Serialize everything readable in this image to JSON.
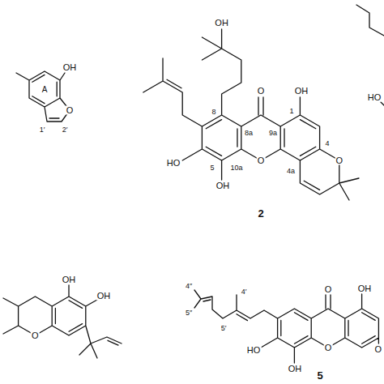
{
  "diagram": {
    "labels": [
      "OH",
      "O",
      "A",
      "1′",
      "2′",
      "OH",
      "O",
      "OH",
      "8",
      "8a",
      "9a",
      "1",
      "HO",
      "5",
      "10a",
      "O",
      "4a",
      "4",
      "O",
      "OH",
      "2",
      "HO",
      "OH",
      "OH",
      "O",
      "4″",
      "5″",
      "4′",
      "5′",
      "O",
      "OH",
      "O",
      "O",
      "HO",
      "OH",
      "5"
    ]
  }
}
